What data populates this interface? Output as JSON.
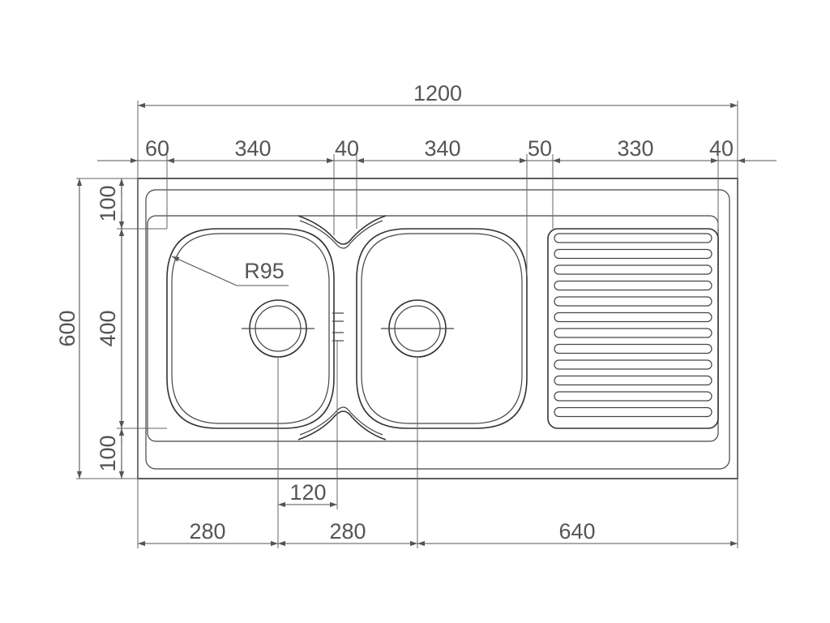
{
  "dimensions": {
    "overall_width": "1200",
    "top": [
      "60",
      "340",
      "40",
      "340",
      "50",
      "330",
      "40"
    ],
    "left_overall": "600",
    "left_segments": [
      "100",
      "400",
      "100"
    ],
    "radius": "R95",
    "drain_offset": "120",
    "bottom": [
      "280",
      "280",
      "640"
    ]
  },
  "colors": {
    "line": "#333333",
    "dimension": "#555555"
  }
}
